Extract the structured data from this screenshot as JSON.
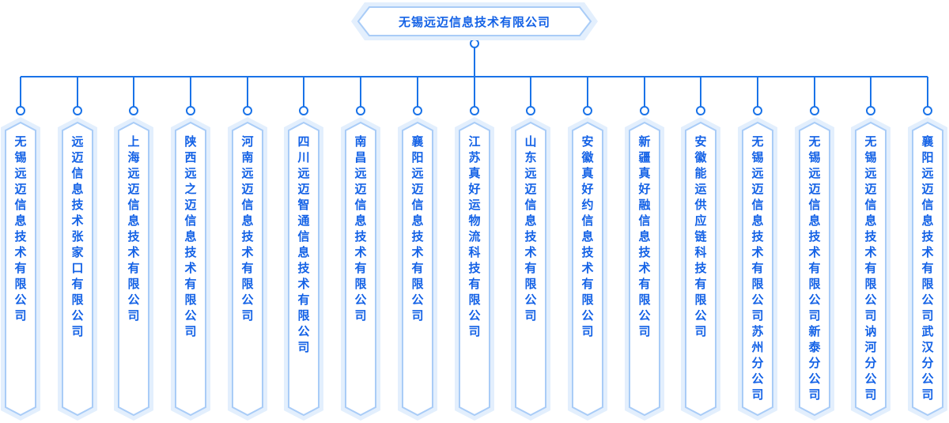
{
  "root": {
    "label": "无锡远迈信息技术有限公司"
  },
  "children": [
    {
      "label": "无锡远迈信息技术有限公司"
    },
    {
      "label": "远迈信息技术张家口有限公司"
    },
    {
      "label": "上海远迈信息技术有限公司"
    },
    {
      "label": "陕西远之迈信息技术有限公司"
    },
    {
      "label": "河南远迈信息技术有限公司"
    },
    {
      "label": "四川远迈智通信息技术有限公司"
    },
    {
      "label": "南昌远迈信息技术有限公司"
    },
    {
      "label": "襄阳远迈信息技术有限公司"
    },
    {
      "label": "江苏真好运物流科技有限公司"
    },
    {
      "label": "山东远迈信息技术有限公司"
    },
    {
      "label": "安徽真好约信息技术有限公司"
    },
    {
      "label": "新疆真好融信息技术有限公司"
    },
    {
      "label": "安徽能运供应链科技有限公司"
    },
    {
      "label": "无锡远迈信息技术有限公司苏州分公司"
    },
    {
      "label": "无锡远迈信息技术有限公司新泰分公司"
    },
    {
      "label": "无锡远迈信息技术有限公司讷河分公司"
    },
    {
      "label": "襄阳远迈信息技术有限公司武汉分公司"
    }
  ],
  "colors": {
    "line": "#1a73e8",
    "text": "#1462e6",
    "border_light": "#cfe3fb",
    "border_inner": "#a9ccf7"
  }
}
